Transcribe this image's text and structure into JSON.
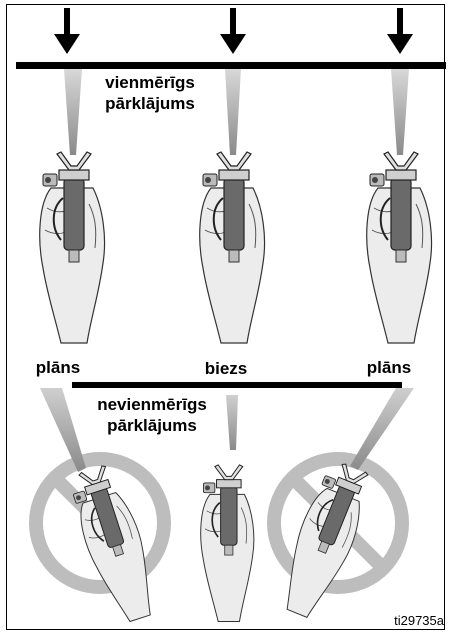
{
  "top_section": {
    "caption_line1": "vienmērīgs",
    "caption_line2": "pārklājums"
  },
  "middle_labels": {
    "left": "plāns",
    "center": "biezs",
    "right": "plāns"
  },
  "bottom_section": {
    "caption_line1": "nevienmērīgs",
    "caption_line2": "pārklājums"
  },
  "figure_id": "ti29735a",
  "colors": {
    "line": "#000000",
    "spray": "#9a9a9a",
    "prohibit": "#bdbdbd",
    "hand": "#e8e8e8",
    "gun": "#555555"
  },
  "icons": [
    "down-arrow-icon",
    "spray-gun-hand-icon",
    "prohibited-icon"
  ]
}
